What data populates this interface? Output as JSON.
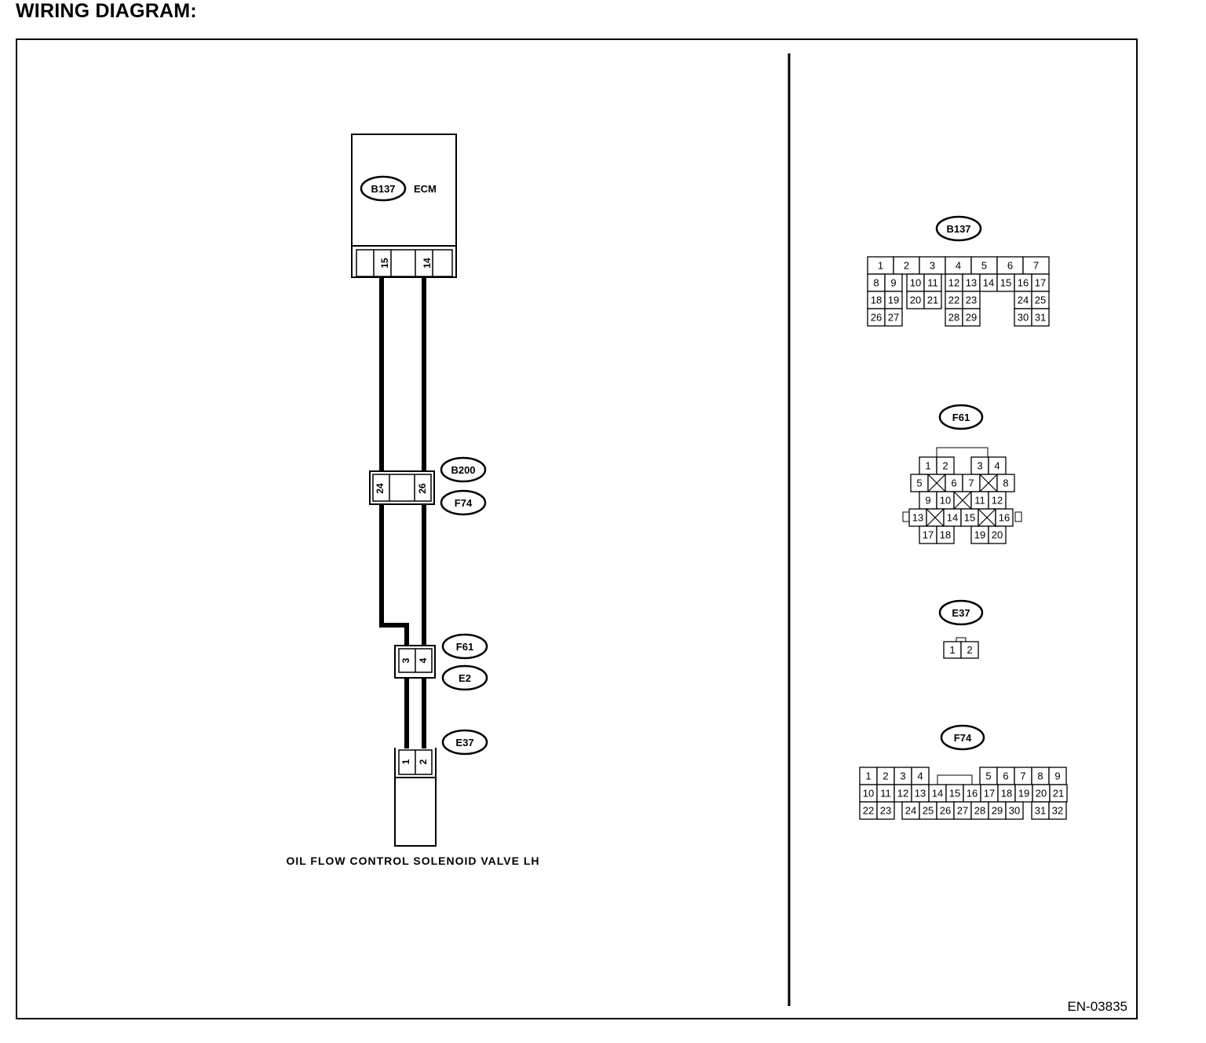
{
  "title": "WIRING DIAGRAM:",
  "figure_id": "EN-03835",
  "ecm": {
    "connector": "B137",
    "label": "ECM",
    "pins": [
      "15",
      "14"
    ]
  },
  "joint": {
    "connector_top": "B200",
    "connector_bottom": "F74",
    "pins": [
      "24",
      "26"
    ]
  },
  "joint2": {
    "connector_top": "F61",
    "connector_bottom": "E2",
    "pins": [
      "3",
      "4"
    ]
  },
  "solenoid": {
    "connector": "E37",
    "pins": [
      "1",
      "2"
    ],
    "label": "OIL FLOW CONTROL SOLENOID VALVE LH"
  },
  "connectors": {
    "b137": {
      "tag": "B137",
      "row1": [
        "1",
        "2",
        "3",
        "4",
        "5",
        "6",
        "7"
      ],
      "row2": [
        "8",
        "9",
        "10",
        "11",
        "12",
        "13",
        "14",
        "15",
        "16",
        "17"
      ],
      "row3": [
        "18",
        "19",
        "20",
        "21",
        "22",
        "23",
        "24",
        "25"
      ],
      "row4": [
        "26",
        "27",
        "28",
        "29",
        "30",
        "31"
      ]
    },
    "f61": {
      "tag": "F61",
      "row1": [
        "1",
        "2",
        "3",
        "4"
      ],
      "row2": [
        "5",
        "6",
        "7",
        "8"
      ],
      "row3": [
        "9",
        "10",
        "11",
        "12"
      ],
      "row4": [
        "13",
        "14",
        "15",
        "16"
      ],
      "row5": [
        "17",
        "18",
        "19",
        "20"
      ]
    },
    "e37": {
      "tag": "E37",
      "pins": [
        "1",
        "2"
      ]
    },
    "f74": {
      "tag": "F74",
      "row1": [
        "1",
        "2",
        "3",
        "4",
        "5",
        "6",
        "7",
        "8",
        "9"
      ],
      "row2": [
        "10",
        "11",
        "12",
        "13",
        "14",
        "15",
        "16",
        "17",
        "18",
        "19",
        "20",
        "21"
      ],
      "row3": [
        "22",
        "23",
        "24",
        "25",
        "26",
        "27",
        "28",
        "29",
        "30",
        "31",
        "32"
      ]
    }
  }
}
